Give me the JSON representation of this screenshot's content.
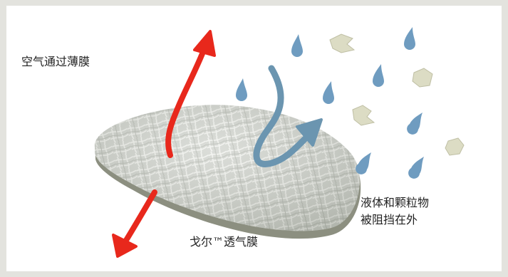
{
  "labels": {
    "air_through": "空气通过薄膜",
    "blocked_line1": "液体和颗粒物",
    "blocked_line2": "被阻挡在外",
    "membrane": "戈尔™透气膜"
  },
  "colors": {
    "background_border": "#e3e3de",
    "air_arrow": "#e8281c",
    "liquid_arrow": "#6b95b0",
    "droplet": "#6f9cc0",
    "particle": "#dcdcc4",
    "membrane_surface": "#c9ccc6",
    "membrane_edge": "#8c8f80"
  },
  "icons": {
    "air_arrow": "double-headed-red-arrow-icon",
    "liquid_arrow": "curved-blue-arrow-icon",
    "droplet": "water-droplet-icon",
    "particle": "dust-particle-icon"
  }
}
